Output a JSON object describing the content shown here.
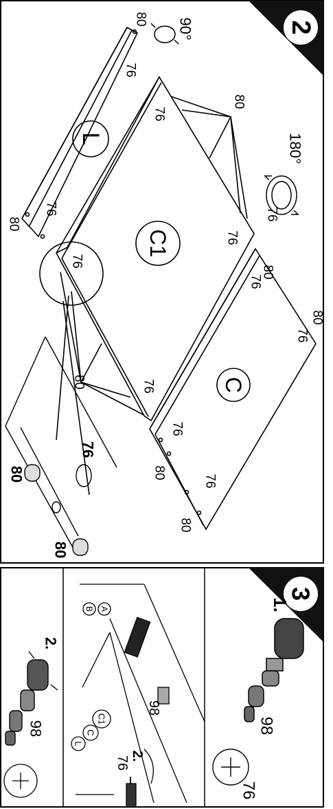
{
  "panel_2": {
    "step": "2",
    "rotate_90": "90°",
    "rotate_180": "180°",
    "parts": {
      "left_side": "L",
      "center_top": "C1",
      "center_bottom": "C"
    },
    "dowel_labels": [
      "80",
      "76",
      "76",
      "80",
      "76",
      "76",
      "80",
      "76",
      "76",
      "80",
      "76",
      "80",
      "76",
      "76",
      "80",
      "76",
      "80",
      "76",
      "80"
    ],
    "fitting_76": "76",
    "dowel_80": "80"
  },
  "panel_3": {
    "step": "3",
    "sub_1": "1.",
    "sub_2": "2.",
    "cam_bolt": "98",
    "cam_lock": "76",
    "part_refs": [
      "A",
      "B",
      "C1",
      "C",
      "L"
    ]
  }
}
